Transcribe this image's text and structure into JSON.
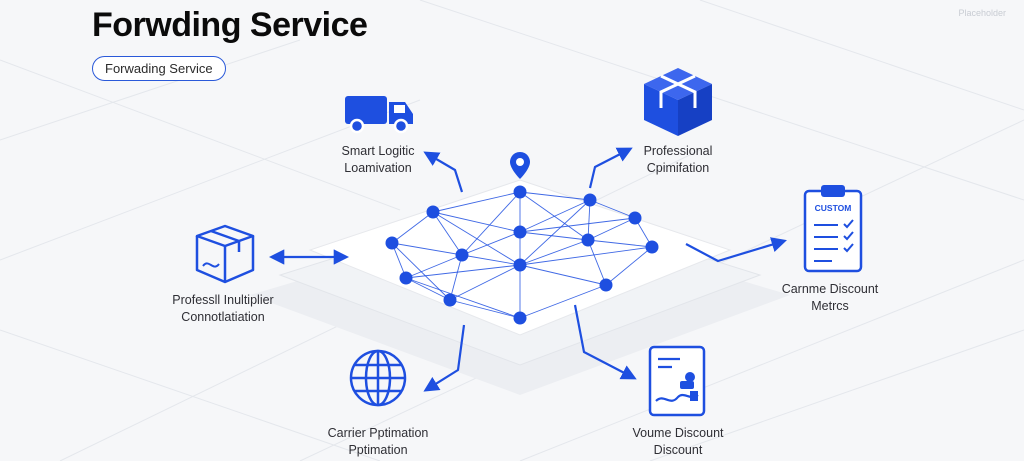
{
  "header": {
    "title": "Forwding Service",
    "pill": "Forwading Service",
    "watermark": "Placeholder"
  },
  "colors": {
    "accent": "#1e4fe0",
    "background": "#f6f7f9",
    "text": "#2f2f35"
  },
  "nodes": [
    {
      "icon": "truck-icon",
      "line1": "Smart Logitic",
      "line2": "Loamivation"
    },
    {
      "icon": "box-icon",
      "line1": "Professional",
      "line2": "Cpimifation"
    },
    {
      "icon": "package-icon",
      "line1": "Professll Inultiplier",
      "line2": "Connotlatiation"
    },
    {
      "icon": "clipboard-icon",
      "badge": "CUSTOM",
      "line1": "Carnme Discount",
      "line2": "Metrcs"
    },
    {
      "icon": "globe-icon",
      "line1": "Carrier Pptimation",
      "line2": "Pptimation"
    },
    {
      "icon": "document-icon",
      "line1": "Voume Discount",
      "line2": "Discount"
    }
  ],
  "hub": {
    "icon": "map-pin-icon"
  }
}
